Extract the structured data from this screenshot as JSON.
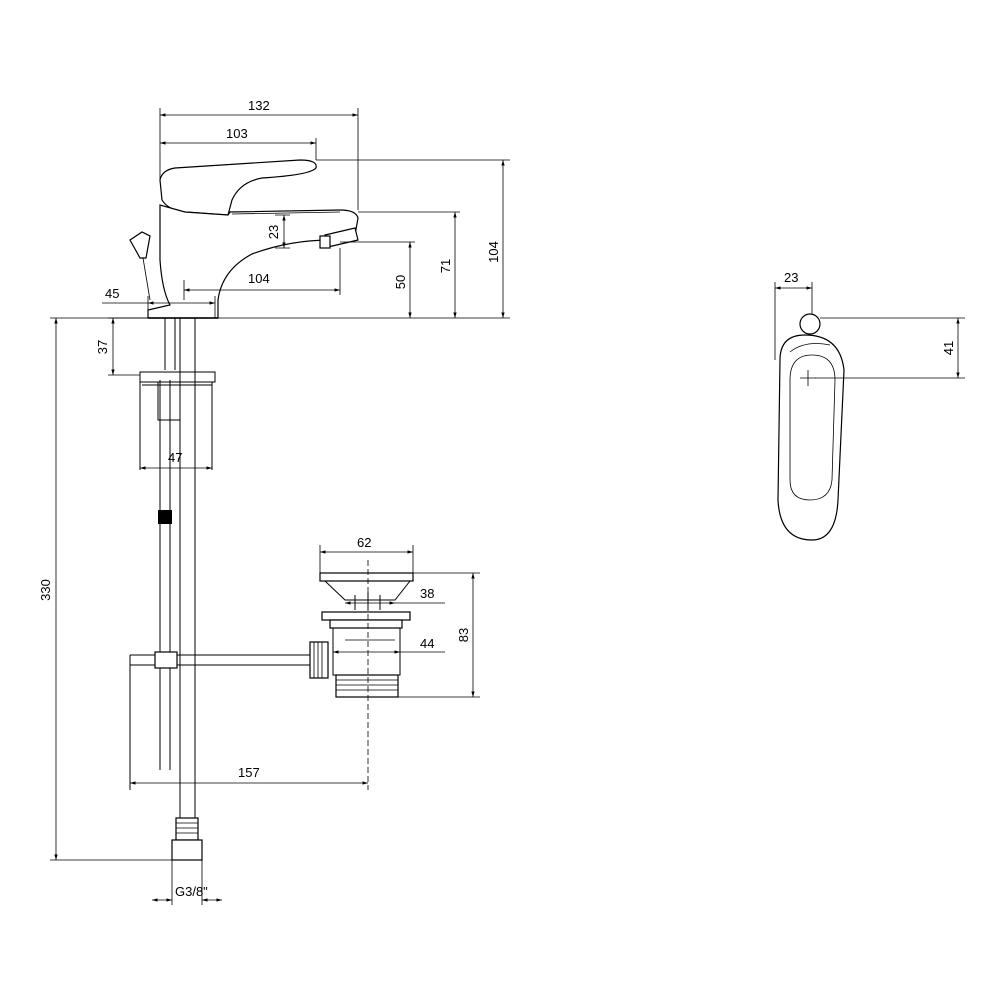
{
  "dimensions": {
    "overall_spout_length": "132",
    "lever_length": "103",
    "total_height": "104",
    "aerator_height": "71",
    "spout_clearance": "50",
    "aerator_drop": "23",
    "spout_reach": "104",
    "base_diameter": "45",
    "deck_thickness": "37",
    "fixing_width": "47",
    "tail_length": "330",
    "pop_up_offset": "157",
    "connection_thread": "G3/8\"",
    "waste_flange": "62",
    "waste_grid": "38",
    "waste_body": "44",
    "waste_height": "83",
    "lever_width_side": "23",
    "lever_height_side": "41"
  },
  "colors": {
    "line": "#000000",
    "background": "#ffffff"
  }
}
